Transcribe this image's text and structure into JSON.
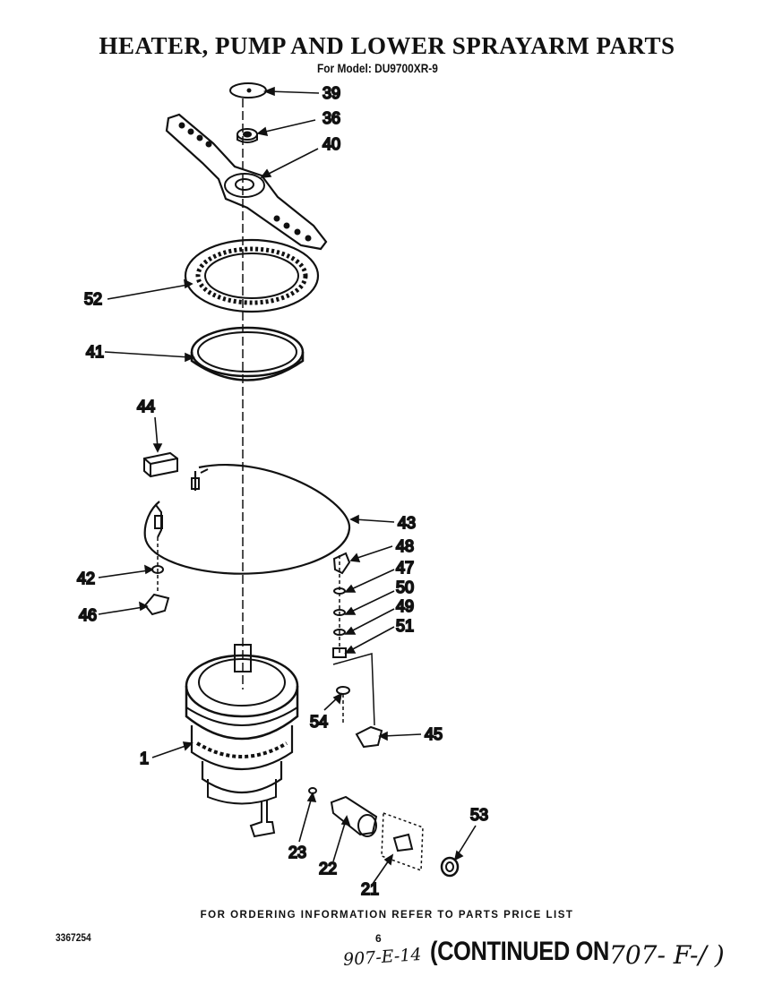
{
  "title": "HEATER, PUMP AND LOWER SPRAYARM PARTS",
  "subtitle": "For Model: DU9700XR-9",
  "callouts": {
    "p39": "39",
    "p36": "36",
    "p40": "40",
    "p52": "52",
    "p41": "41",
    "p44": "44",
    "p43": "43",
    "p48": "48",
    "p42": "42",
    "p47": "47",
    "p50": "50",
    "p46": "46",
    "p49": "49",
    "p51": "51",
    "p54": "54",
    "p45": "45",
    "p1": "1",
    "p53": "53",
    "p23": "23",
    "p22": "22",
    "p21": "21"
  },
  "footer": {
    "order_note": "FOR ORDERING INFORMATION REFER TO PARTS PRICE LIST",
    "doc_number": "3367254",
    "page": "6",
    "handwritten_ref": "907-E-14",
    "continued": "(CONTINUED ON",
    "handwritten_cont": "707- F-/ )"
  }
}
